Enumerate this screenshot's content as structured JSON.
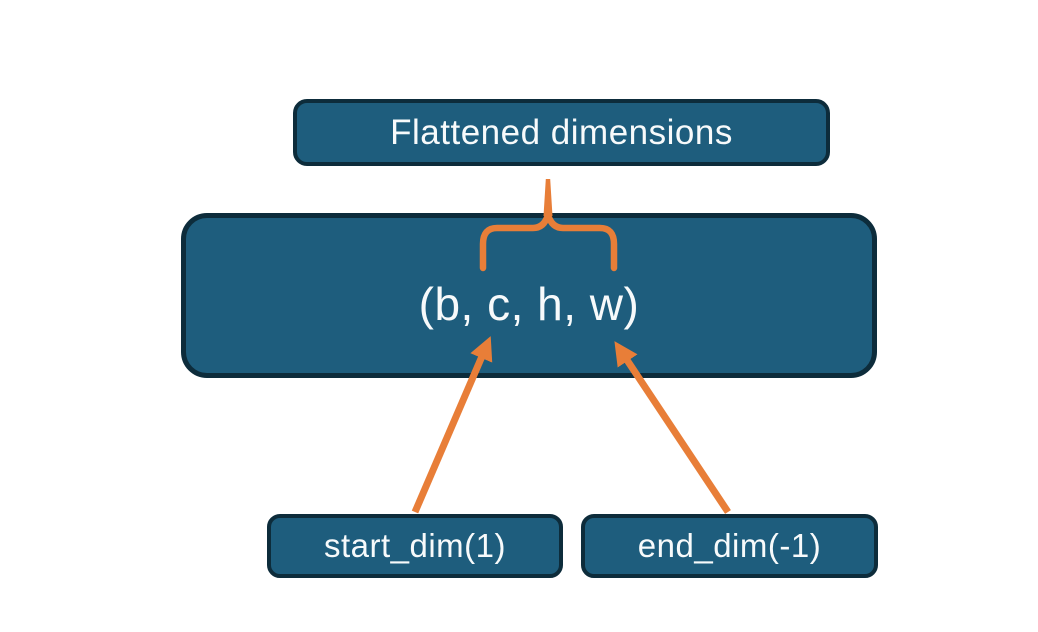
{
  "diagram": {
    "nodes": {
      "flattened": {
        "label": "Flattened dimensions"
      },
      "tensor": {
        "label": "(b, c, h, w)"
      },
      "start_dim": {
        "label": "start_dim(1)"
      },
      "end_dim": {
        "label": "end_dim(-1)"
      }
    },
    "colors": {
      "background": "#ffffff",
      "box_fill": "#1e5d7d",
      "box_border": "#0d2c3b",
      "accent_orange": "#e87e38",
      "text": "#f7fafb"
    }
  }
}
